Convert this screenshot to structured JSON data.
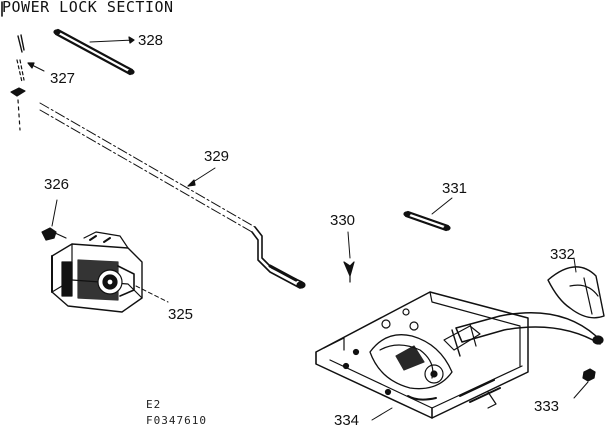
{
  "diagram": {
    "title": "POWER LOCK SECTION",
    "parts": [
      {
        "id": "p328",
        "label": "328"
      },
      {
        "id": "p327",
        "label": "327"
      },
      {
        "id": "p329",
        "label": "329"
      },
      {
        "id": "p326",
        "label": "326"
      },
      {
        "id": "p325",
        "label": "325"
      },
      {
        "id": "p331",
        "label": "331"
      },
      {
        "id": "p330",
        "label": "330"
      },
      {
        "id": "p332",
        "label": "332"
      },
      {
        "id": "p334",
        "label": "334"
      },
      {
        "id": "p333",
        "label": "333"
      }
    ],
    "page_code": "E2",
    "catalog_code": "F0347610"
  },
  "colors": {
    "ink": "#111111",
    "background": "#ffffff"
  }
}
